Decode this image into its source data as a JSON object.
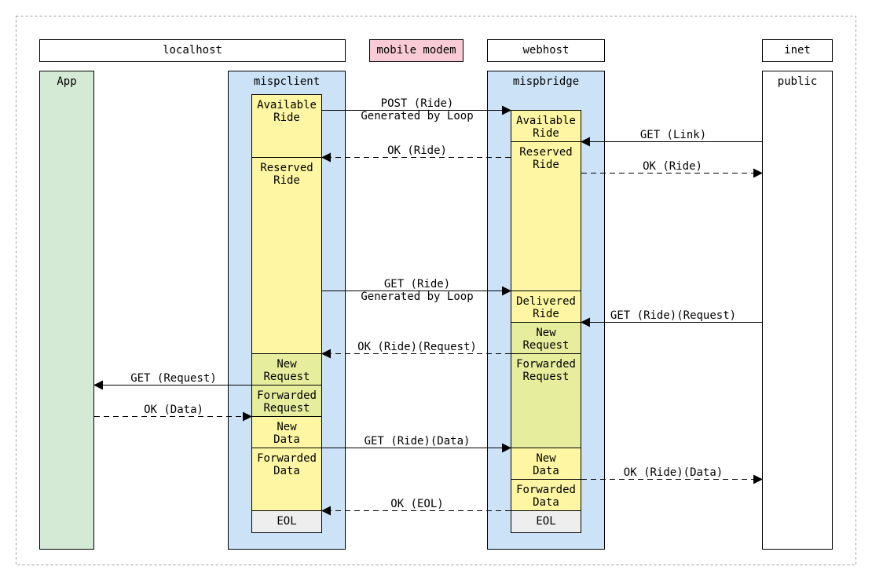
{
  "colors": {
    "header_fill": "#ffffff",
    "modem_fill": "#f8cbd6",
    "app_lane": "#d5ead5",
    "service_lane": "#cce3f7",
    "public_lane": "#ffffff",
    "state_yellow": "#fef6a2",
    "state_green": "#e6ee9e",
    "state_gray": "#eeeeee",
    "border_dashed": "#999999"
  },
  "hosts": {
    "localhost": "localhost",
    "modem": "mobile modem",
    "webhost": "webhost",
    "inet": "inet"
  },
  "lanes": {
    "app": "App",
    "mispclient": "mispclient",
    "mispbridge": "mispbridge",
    "public": "public"
  },
  "client_states": [
    [
      "Available",
      "Ride"
    ],
    [
      "Reserved",
      "Ride"
    ],
    [
      "New",
      "Request"
    ],
    [
      "Forwarded",
      "Request"
    ],
    [
      "New",
      "Data"
    ],
    [
      "Forwarded",
      "Data"
    ],
    [
      "EOL"
    ]
  ],
  "bridge_states": [
    [
      "Available",
      "Ride"
    ],
    [
      "Reserved",
      "Ride"
    ],
    [
      "Delivered",
      "Ride"
    ],
    [
      "New",
      "Request"
    ],
    [
      "Forwarded",
      "Request"
    ],
    [
      "New",
      "Data"
    ],
    [
      "Forwarded",
      "Data"
    ],
    [
      "EOL"
    ]
  ],
  "messages": [
    [
      "POST (Ride)",
      "Generated by Loop"
    ],
    [
      "GET (Link)"
    ],
    [
      "OK (Ride)"
    ],
    [
      "OK (Ride)"
    ],
    [
      "GET (Ride)",
      "Generated by Loop"
    ],
    [
      "GET (Ride)(Request)"
    ],
    [
      "OK (Ride)(Request)"
    ],
    [
      "GET (Request)"
    ],
    [
      "OK (Data)"
    ],
    [
      "GET (Ride)(Data)"
    ],
    [
      "OK (Ride)(Data)"
    ],
    [
      "OK (EOL)"
    ]
  ]
}
